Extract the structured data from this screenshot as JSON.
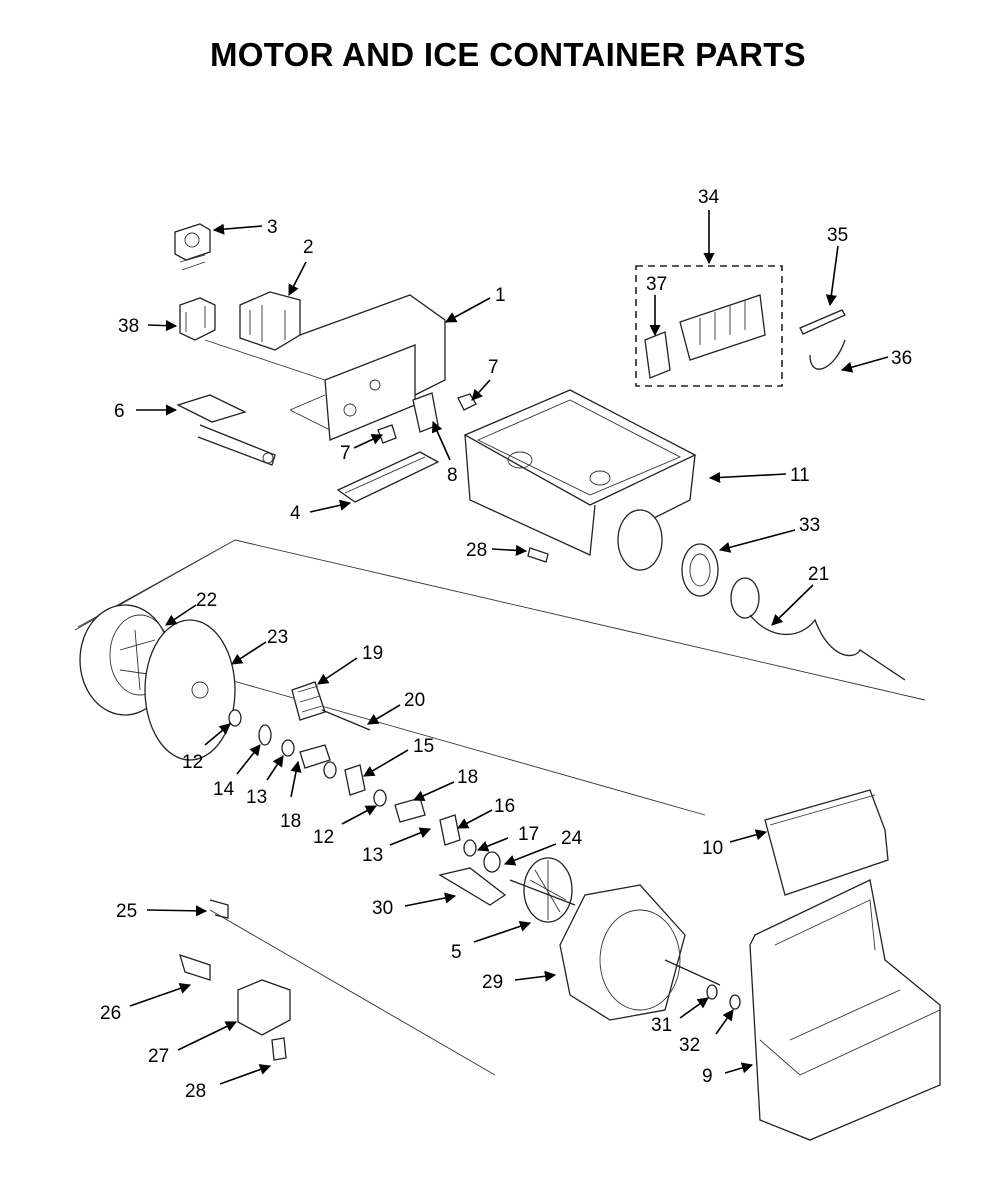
{
  "title": "MOTOR AND ICE CONTAINER PARTS",
  "callouts": [
    {
      "id": "c3",
      "label": "3"
    },
    {
      "id": "c2",
      "label": "2"
    },
    {
      "id": "c1",
      "label": "1"
    },
    {
      "id": "c38",
      "label": "38"
    },
    {
      "id": "c7a",
      "label": "7"
    },
    {
      "id": "c6",
      "label": "6"
    },
    {
      "id": "c7b",
      "label": "7"
    },
    {
      "id": "c8",
      "label": "8"
    },
    {
      "id": "c4",
      "label": "4"
    },
    {
      "id": "c34",
      "label": "34"
    },
    {
      "id": "c35",
      "label": "35"
    },
    {
      "id": "c37",
      "label": "37"
    },
    {
      "id": "c36",
      "label": "36"
    },
    {
      "id": "c11",
      "label": "11"
    },
    {
      "id": "c33",
      "label": "33"
    },
    {
      "id": "c28a",
      "label": "28"
    },
    {
      "id": "c21",
      "label": "21"
    },
    {
      "id": "c22",
      "label": "22"
    },
    {
      "id": "c23",
      "label": "23"
    },
    {
      "id": "c19",
      "label": "19"
    },
    {
      "id": "c20",
      "label": "20"
    },
    {
      "id": "c12a",
      "label": "12"
    },
    {
      "id": "c14",
      "label": "14"
    },
    {
      "id": "c13a",
      "label": "13"
    },
    {
      "id": "c18a",
      "label": "18"
    },
    {
      "id": "c15",
      "label": "15"
    },
    {
      "id": "c18b",
      "label": "18"
    },
    {
      "id": "c12b",
      "label": "12"
    },
    {
      "id": "c16",
      "label": "16"
    },
    {
      "id": "c13b",
      "label": "13"
    },
    {
      "id": "c17",
      "label": "17"
    },
    {
      "id": "c24",
      "label": "24"
    },
    {
      "id": "c10",
      "label": "10"
    },
    {
      "id": "c30",
      "label": "30"
    },
    {
      "id": "c25",
      "label": "25"
    },
    {
      "id": "c5",
      "label": "5"
    },
    {
      "id": "c29",
      "label": "29"
    },
    {
      "id": "c26",
      "label": "26"
    },
    {
      "id": "c31",
      "label": "31"
    },
    {
      "id": "c32",
      "label": "32"
    },
    {
      "id": "c27",
      "label": "27"
    },
    {
      "id": "c9",
      "label": "9"
    },
    {
      "id": "c28b",
      "label": "28"
    }
  ]
}
